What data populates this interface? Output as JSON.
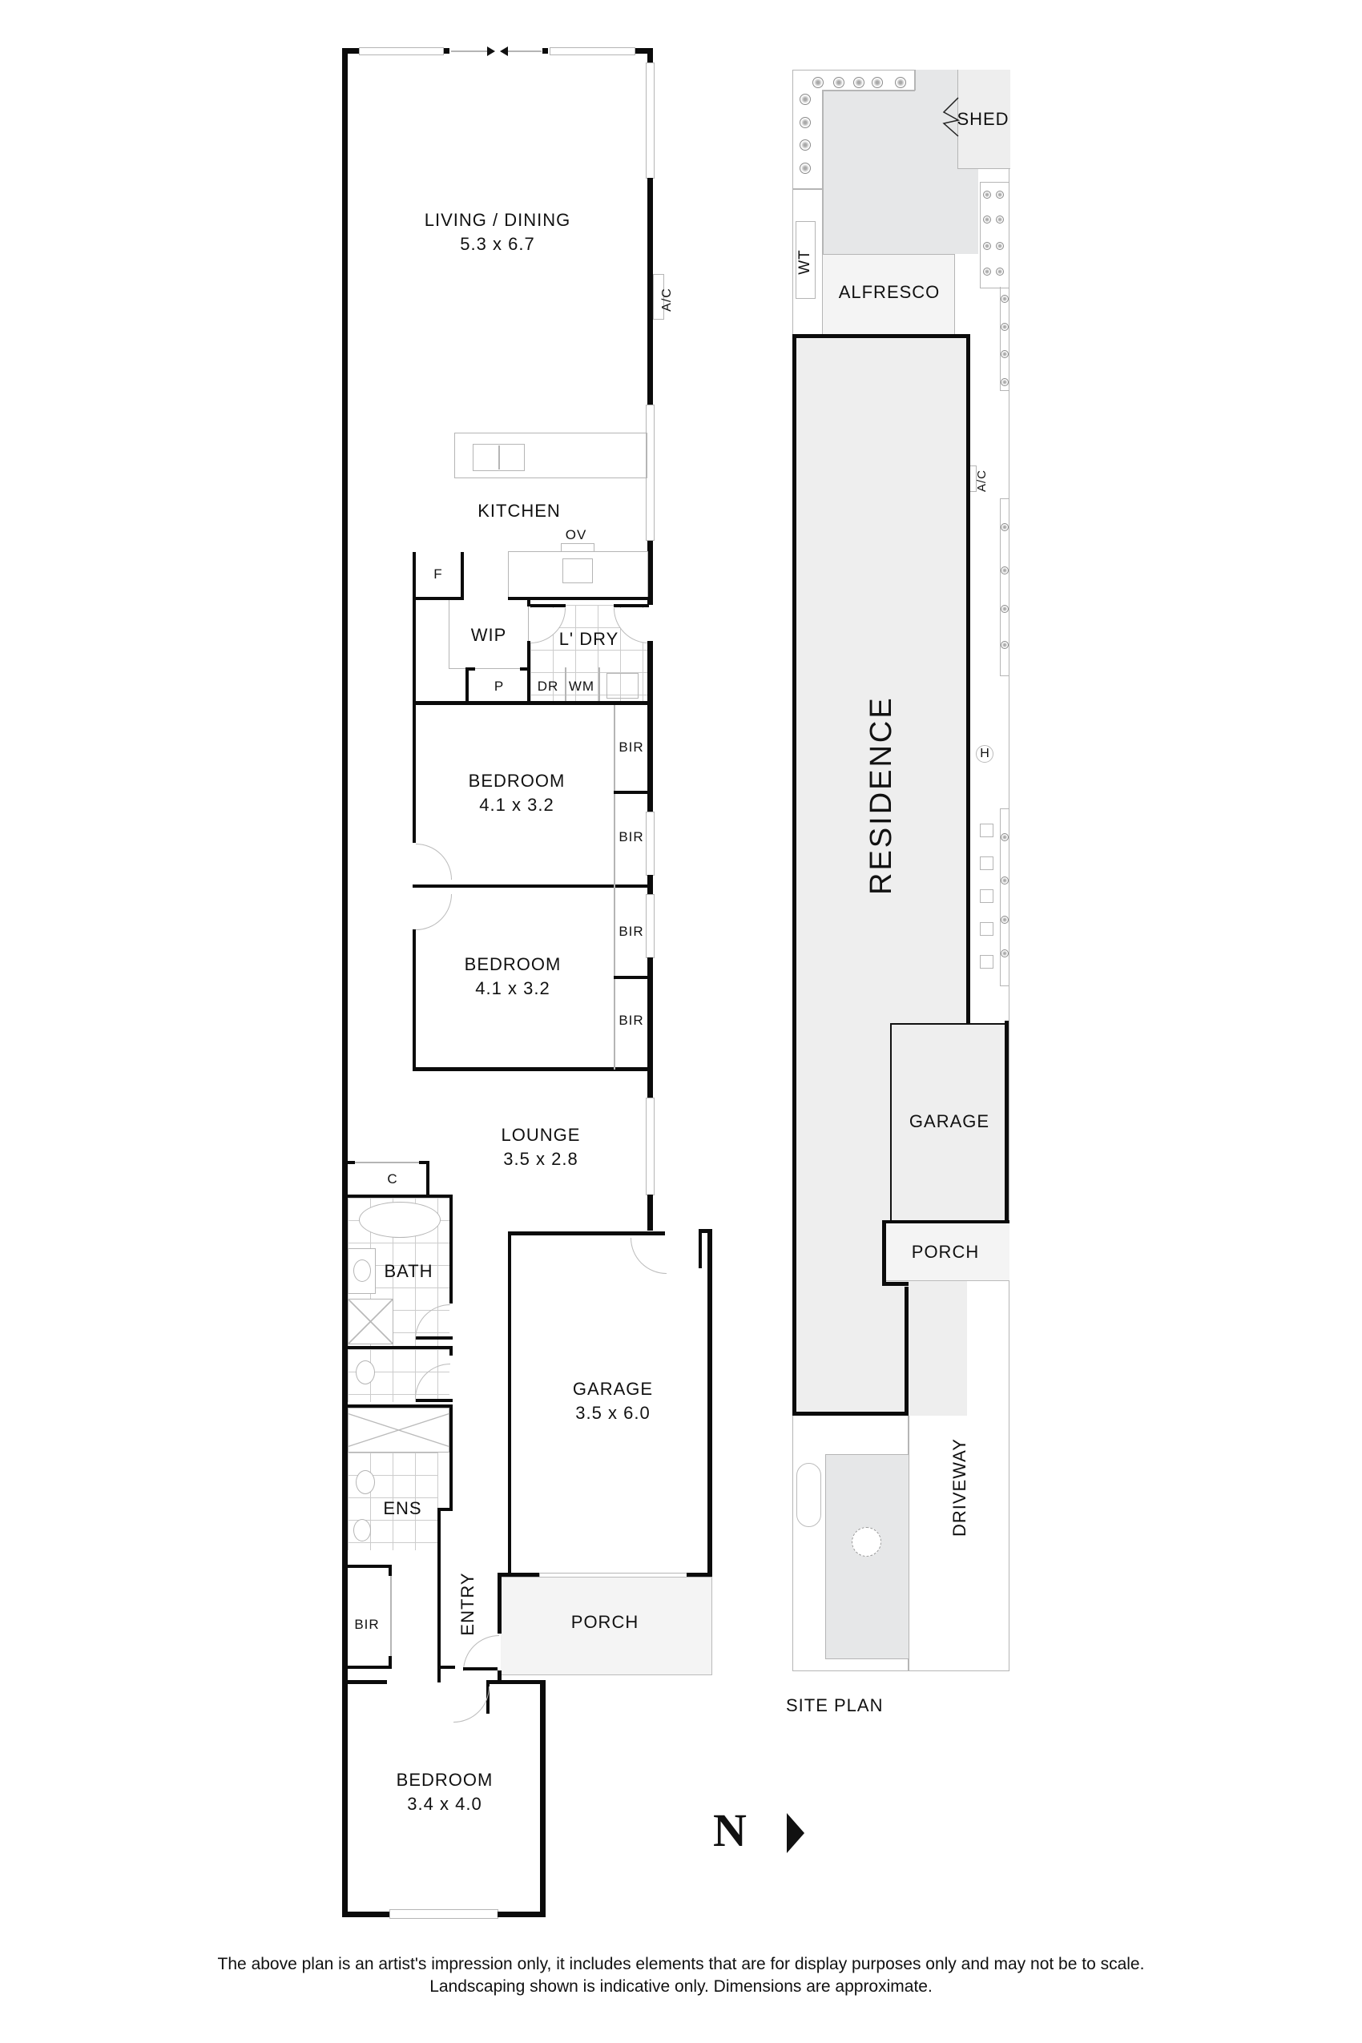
{
  "floor_plan": {
    "rooms": [
      {
        "id": "living",
        "name": "LIVING / DINING",
        "dims": "5.3 x 6.7"
      },
      {
        "id": "kitchen",
        "name": "KITCHEN",
        "dims": ""
      },
      {
        "id": "wip",
        "name": "WIP",
        "dims": ""
      },
      {
        "id": "laundry",
        "name": "L' DRY",
        "dims": ""
      },
      {
        "id": "bed1",
        "name": "BEDROOM",
        "dims": "4.1 x 3.2"
      },
      {
        "id": "bed2",
        "name": "BEDROOM",
        "dims": "4.1 x 3.2"
      },
      {
        "id": "lounge",
        "name": "LOUNGE",
        "dims": "3.5 x 2.8"
      },
      {
        "id": "bath",
        "name": "BATH",
        "dims": ""
      },
      {
        "id": "ens",
        "name": "ENS",
        "dims": ""
      },
      {
        "id": "garage",
        "name": "GARAGE",
        "dims": "3.5 x 6.0"
      },
      {
        "id": "porch",
        "name": "PORCH",
        "dims": ""
      },
      {
        "id": "entry",
        "name": "ENTRY",
        "dims": ""
      },
      {
        "id": "bed3",
        "name": "BEDROOM",
        "dims": "3.4 x 4.0"
      }
    ],
    "fixtures": {
      "ac": "A/C",
      "oven": "OV",
      "fridge": "F",
      "pantry": "P",
      "dryer": "DR",
      "washing_machine": "WM",
      "linen": "C",
      "bir": "BIR"
    }
  },
  "site_plan": {
    "title": "SITE PLAN",
    "areas": {
      "shed": "SHED",
      "water_tank": "WT",
      "alfresco": "ALFRESCO",
      "residence": "RESIDENCE",
      "ac": "A/C",
      "hws": "H",
      "garage": "GARAGE",
      "porch": "PORCH",
      "driveway": "DRIVEWAY"
    }
  },
  "compass": {
    "letter": "N"
  },
  "disclaimer": {
    "line1": "The above plan is an artist's impression only, it includes elements that are for display purposes only and may not be to scale.",
    "line2": "Landscaping shown is indicative only. Dimensions are approximate."
  }
}
